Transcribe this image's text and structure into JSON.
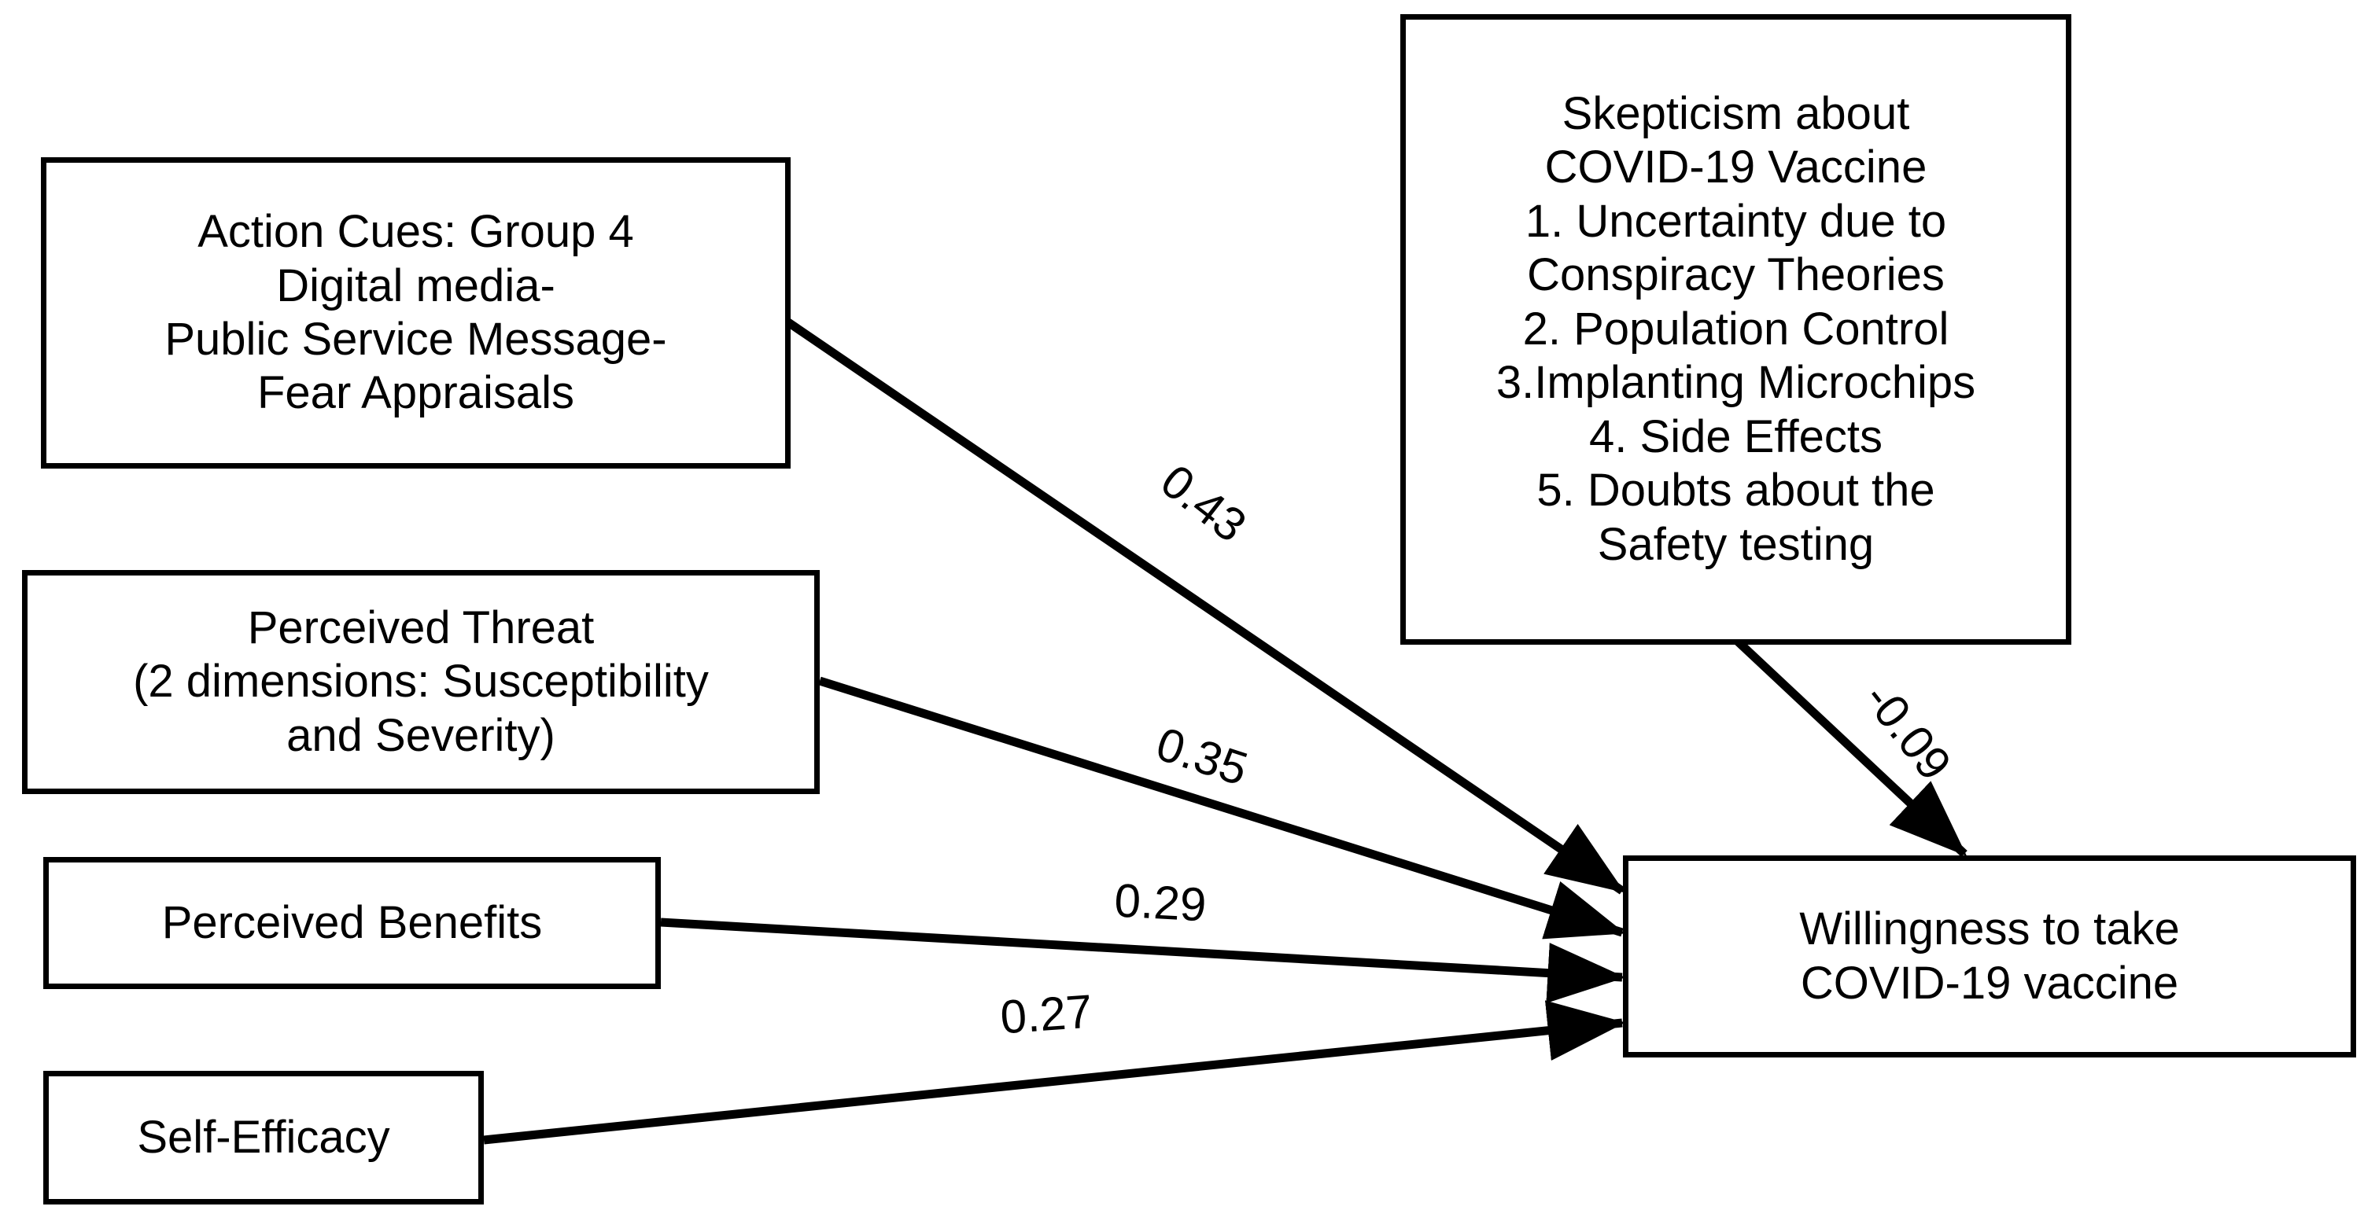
{
  "diagram": {
    "title": "Health Belief Model path diagram: predictors of willingness to take COVID-19 vaccine",
    "nodes": {
      "action_cues": {
        "label": "Action Cues: Group 4\nDigital media-\nPublic Service Message-\nFear Appraisals"
      },
      "skepticism": {
        "label": "Skepticism about\nCOVID-19 Vaccine\n1. Uncertainty due to\nConspiracy Theories\n2. Population Control\n3.Implanting Microchips\n4. Side Effects\n5. Doubts about the\nSafety testing"
      },
      "perceived_threat": {
        "label": "Perceived Threat\n(2 dimensions: Susceptibility\nand Severity)"
      },
      "perceived_benefits": {
        "label": "Perceived Benefits"
      },
      "self_efficacy": {
        "label": "Self-Efficacy"
      },
      "willingness": {
        "label": "Willingness to take\nCOVID-19 vaccine"
      }
    },
    "edges": [
      {
        "id": "action-cues-to-willingness",
        "from": "action_cues",
        "to": "willingness",
        "coefficient": "0.43"
      },
      {
        "id": "threat-to-willingness",
        "from": "perceived_threat",
        "to": "willingness",
        "coefficient": "0.35"
      },
      {
        "id": "benefits-to-willingness",
        "from": "perceived_benefits",
        "to": "willingness",
        "coefficient": "0.29"
      },
      {
        "id": "self-efficacy-to-willingness",
        "from": "self_efficacy",
        "to": "willingness",
        "coefficient": "0.27"
      },
      {
        "id": "skepticism-to-willingness",
        "from": "skepticism",
        "to": "willingness",
        "coefficient": "-0.09"
      }
    ],
    "colors": {
      "stroke": "#000000",
      "background": "#ffffff",
      "text": "#000000"
    }
  }
}
